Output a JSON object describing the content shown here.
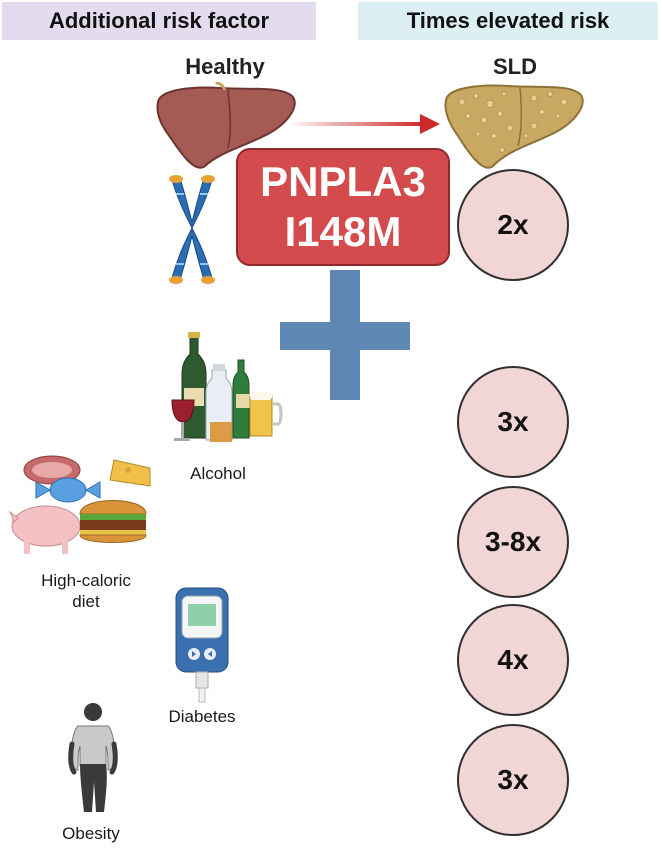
{
  "header": {
    "left_title": "Additional risk factor",
    "right_title": "Times elevated risk",
    "left_bg": "#e3dcee",
    "right_bg": "#dcf0f3"
  },
  "liver": {
    "healthy_label": "Healthy",
    "sld_label": "SLD",
    "healthy_color": "#a65a54",
    "sld_color": "#c9a862",
    "arrow_color": "#cc2a2a"
  },
  "gene": {
    "line1": "PNPLA3",
    "line2": "I148M",
    "color": "#d34b4d"
  },
  "plus_color": "#5f87b3",
  "factors": [
    {
      "label": "Alcohol",
      "icon": "alcohol-bottles-icon"
    },
    {
      "label_line1": "High-caloric",
      "label_line2": "diet",
      "icon": "high-caloric-food-icon"
    },
    {
      "label": "Diabetes",
      "icon": "glucose-meter-icon"
    },
    {
      "label": "Obesity",
      "icon": "obese-person-icon"
    }
  ],
  "risks": [
    {
      "value": "2x"
    },
    {
      "value": "3x"
    },
    {
      "value": "3-8x"
    },
    {
      "value": "4x"
    },
    {
      "value": "3x"
    }
  ]
}
